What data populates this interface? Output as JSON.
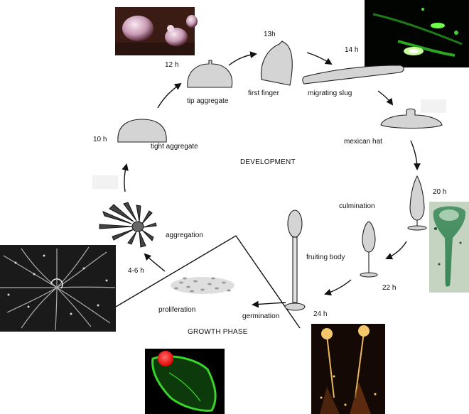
{
  "stages": {
    "tight_aggregate": "tight aggregate",
    "tip_aggregate": "tip aggregate",
    "first_finger": "first finger",
    "migrating_slug": "migrating slug",
    "mexican_hat": "mexican hat",
    "culmination": "culmination",
    "fruiting_body": "fruiting body",
    "germination": "germination",
    "proliferation": "proliferation",
    "aggregation": "aggregation"
  },
  "times": {
    "t10": "10 h",
    "t12": "12 h",
    "t13": "13h",
    "t14": "14 h",
    "t20": "20 h",
    "t22": "22 h",
    "t24": "24 h",
    "t4_6": "4-6 h"
  },
  "sections": {
    "development": "DEVELOPMENT",
    "growth_phase": "GROWTH PHASE"
  },
  "colors": {
    "shape_fill": "#d4d4d4",
    "outline": "#222222",
    "fluorescent_green": "#39d42a",
    "spore_red": "#ff2020",
    "stain_green": "#2f7a4e"
  }
}
